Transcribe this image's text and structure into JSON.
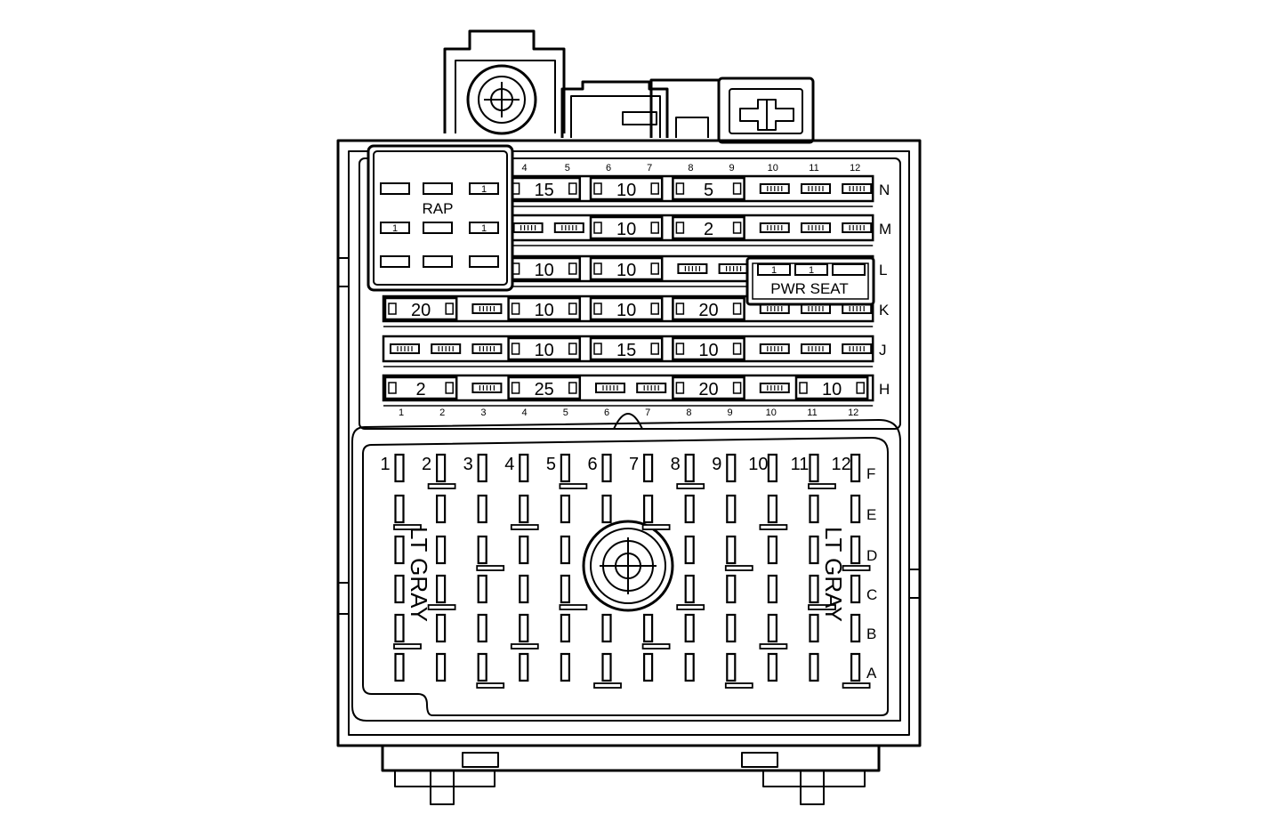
{
  "labels": {
    "rap": "RAP",
    "pwr_seat": "PWR SEAT",
    "lt_gray": "LT GRAY",
    "relay_pin": "1"
  },
  "top_columns": [
    "4",
    "5",
    "6",
    "7",
    "8",
    "9",
    "10",
    "11",
    "12"
  ],
  "bottom_columns": [
    "1",
    "2",
    "3",
    "4",
    "5",
    "6",
    "7",
    "8",
    "9",
    "10",
    "11",
    "12"
  ],
  "connector_columns": [
    "1",
    "2",
    "3",
    "4",
    "5",
    "6",
    "7",
    "8",
    "9",
    "10",
    "11",
    "12"
  ],
  "connector_rows": [
    "F",
    "E",
    "D",
    "C",
    "B",
    "A"
  ],
  "fuse_rows": [
    {
      "row": "N",
      "fuses": [
        null,
        null,
        null,
        "15",
        null,
        "10",
        null,
        "5",
        null,
        null,
        null,
        null
      ]
    },
    {
      "row": "M",
      "fuses": [
        null,
        null,
        null,
        null,
        null,
        "10",
        null,
        "2",
        null,
        null,
        null,
        null
      ]
    },
    {
      "row": "L",
      "fuses": [
        null,
        null,
        null,
        "10",
        null,
        "10",
        null,
        null,
        null,
        null,
        null,
        null
      ]
    },
    {
      "row": "K",
      "fuses": [
        "20",
        null,
        null,
        "10",
        null,
        "10",
        null,
        "20",
        null,
        null,
        null,
        null
      ]
    },
    {
      "row": "J",
      "fuses": [
        null,
        null,
        null,
        "10",
        null,
        "15",
        null,
        "10",
        null,
        null,
        null,
        null
      ]
    },
    {
      "row": "H",
      "fuses": [
        "2",
        null,
        null,
        "25",
        null,
        null,
        null,
        "20",
        null,
        null,
        "10",
        null
      ]
    }
  ]
}
